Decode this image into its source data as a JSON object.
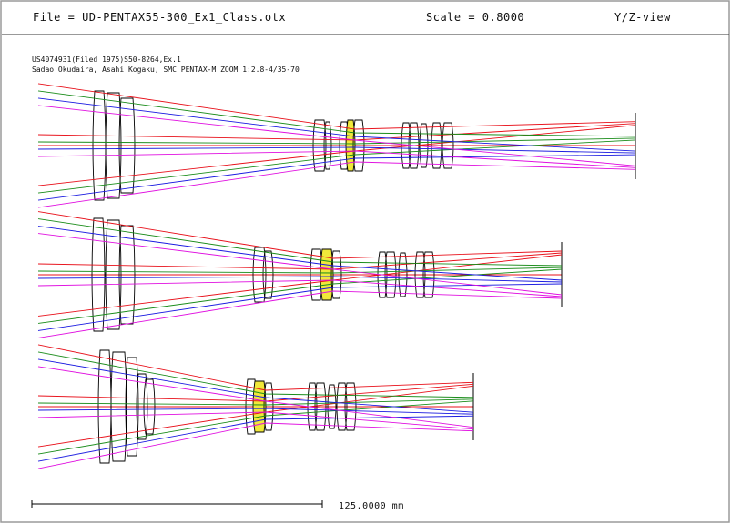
{
  "header": {
    "file_label": "File = UD-PENTAX55-300_Ex1_Class.otx",
    "scale_label": "Scale = 0.8000",
    "view_label": "Y/Z-view"
  },
  "patent_line": "US4074931(Filed 1975)S50-8264,Ex.1",
  "lens_description": "Sadao Okudaira, Asahi Kogaku, SMC PENTAX-M ZOOM 1:2.8-4/35-70",
  "scale_bar": {
    "label": "125.0000 mm",
    "value_mm": 125.0
  },
  "ray_colors": {
    "red": "#e8101a",
    "green": "#1a8c1a",
    "blue": "#1a1ae0",
    "magenta": "#e010e0",
    "lens_outline": "#000000",
    "highlight_fill": "#f0e83a"
  },
  "configurations": [
    {
      "zoom_state": "config-1"
    },
    {
      "zoom_state": "config-2"
    },
    {
      "zoom_state": "config-3"
    }
  ]
}
